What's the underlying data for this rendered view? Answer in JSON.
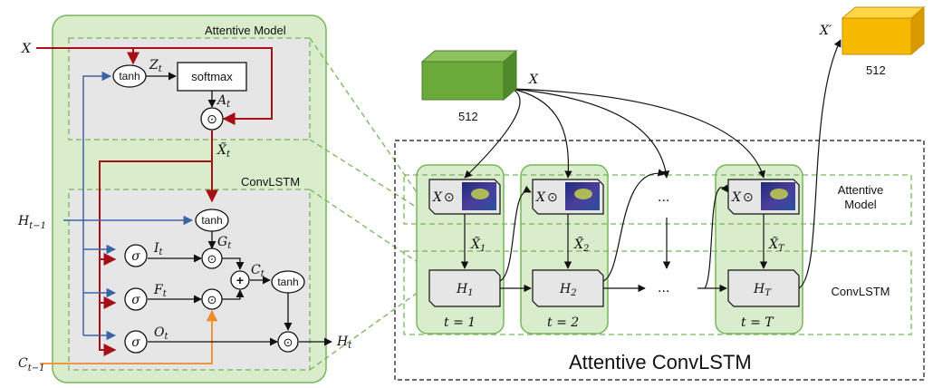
{
  "left_panel": {
    "attentive_model_title": "Attentive Model",
    "convlstm_title": "ConvLSTM",
    "tanh_label": "tanh",
    "softmax_label": "softmax",
    "sigma_label": "σ",
    "odot_label": "⊙",
    "plus_label": "+",
    "inputs": {
      "x": "X",
      "h_prev": "H",
      "h_prev_sub": "t−1",
      "c_prev": "C",
      "c_prev_sub": "t−1"
    },
    "signals": {
      "z": "Z",
      "a": "A",
      "xt": "X̃",
      "g": "G",
      "i": "I",
      "f": "F",
      "o": "O",
      "c": "C",
      "h": "H",
      "t": "t"
    }
  },
  "right_panel": {
    "title": "Attentive ConvLSTM",
    "input_cube_label": "512",
    "output_cube_label": "512",
    "x_label": "X",
    "x_prime_label": "X′",
    "row_attentive_label_1": "Attentive",
    "row_attentive_label_2": "Model",
    "row_convlstm_label": "ConvLSTM",
    "ellipsis": "...",
    "steps": [
      {
        "t_label": "t = 1",
        "xt_sub": "1",
        "h_sub": "1"
      },
      {
        "t_label": "t = 2",
        "xt_sub": "2",
        "h_sub": "2"
      },
      {
        "t_label": "t = T",
        "xt_sub": "T",
        "h_sub": "T"
      }
    ]
  },
  "colors": {
    "green_fill": "#d9eccc",
    "green_border": "#77b65a",
    "gray_fill": "#e6e6e6",
    "red_line": "#a50f15",
    "blue_line": "#3a63a8",
    "orange_line": "#f08c2c",
    "cube_green": "#6aaa3a",
    "cube_yellow": "#f7b800"
  }
}
